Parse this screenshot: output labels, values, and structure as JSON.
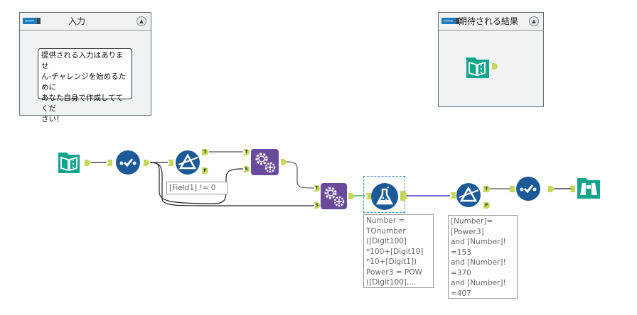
{
  "containers": [
    {
      "title": "入力",
      "collapse_icon": "▲"
    },
    {
      "title": "期待される結果",
      "collapse_icon": "▲"
    }
  ],
  "comment_text": "提供される入力はありませ ん-チャレンジを始めるために あなた自身で作成してくだ さい！",
  "comment_lines": [
    "提供される入力はありませ",
    "ん-チャレンジを始めるために",
    "あなた自身で作成しててくだ",
    "さい！"
  ],
  "tools": {
    "filter1_annotation": "[Field1] != 0",
    "formula_annotation": "Number =\nTOnumber\n([Digit100]\n*100+[Digit10]\n*10+[Digit1])\nPower3 = POW\n([Digit100],...",
    "filter2_annotation": "[Number]=\n[Power3]\nand [Number]!\n=153\nand [Number]!\n=370\nand [Number]!\n=407"
  },
  "anchor_labels": {
    "true": "T",
    "false": "F",
    "source": "S"
  },
  "colors": {
    "input_tool": "#14a38b",
    "select_tool": "#1b5a96",
    "filter_tool": "#1b5a96",
    "append_tool": "#6a4a9a",
    "formula_tool": "#1b5a96",
    "browse_tool": "#14a38b",
    "anchor": "#c4d95a"
  }
}
